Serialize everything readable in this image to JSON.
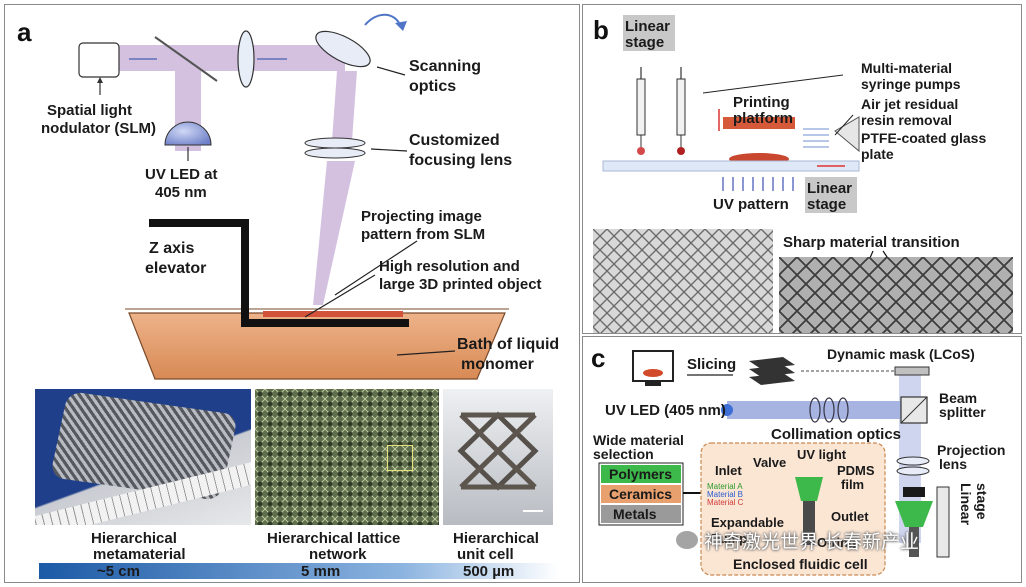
{
  "panels": {
    "a": {
      "label": "a",
      "slm": [
        "Spatial light",
        "nodulator (SLM)"
      ],
      "led": [
        "UV LED at",
        "405 nm"
      ],
      "scan": [
        "Scanning",
        "optics"
      ],
      "focus": [
        "Customized",
        "focusing lens"
      ],
      "zaxis": [
        "Z axis",
        "elevator"
      ],
      "project": [
        "Projecting image",
        "pattern from SLM"
      ],
      "hires": [
        "High resolution and",
        "large 3D printed object"
      ],
      "bath": [
        "Bath of liquid",
        "monomer"
      ],
      "photos": [
        {
          "caption": [
            "Hierarchical",
            "metamaterial"
          ],
          "scale": "~5 cm"
        },
        {
          "caption": [
            "Hierarchical lattice",
            "network"
          ],
          "scale": "5 mm"
        },
        {
          "caption": [
            "Hierarchical",
            "unit cell"
          ],
          "scale": "500 µm"
        }
      ]
    },
    "b": {
      "label": "b",
      "linear_top": [
        "Linear",
        "stage"
      ],
      "syringe": [
        "Multi-material",
        "syringe pumps"
      ],
      "platform": [
        "Printing",
        "platform"
      ],
      "airjet": [
        "Air jet residual",
        "resin removal"
      ],
      "ptfe": [
        "PTFE-coated glass",
        "plate"
      ],
      "linear_bottom": [
        "Linear",
        "stage"
      ],
      "uv": "UV pattern",
      "sharp": "Sharp material transition"
    },
    "c": {
      "label": "c",
      "slicing": "Slicing",
      "mask": "Dynamic mask (LCoS)",
      "uvled": "UV LED (405 nm)",
      "beam": [
        "Beam",
        "splitter"
      ],
      "collimation": "Collimation optics",
      "projlens": [
        "Projection",
        "lens"
      ],
      "wide": [
        "Wide material",
        "selection"
      ],
      "materials": [
        "Polymers",
        "Ceramics",
        "Metals"
      ],
      "inlet": "Inlet",
      "valve": "Valve",
      "uvlight": "UV light",
      "pdms": [
        "PDMS",
        "film"
      ],
      "matA": "Material A",
      "matB": "Material B",
      "matC": "Material C",
      "expand": [
        "Expandable",
        "Pump"
      ],
      "outlet": "Outlet",
      "oring": "O-ring",
      "enclosed": "Enclosed fluidic cell",
      "linstage": [
        "Linear",
        "stage"
      ]
    }
  },
  "watermark": "神奇激光世界·长春新产业",
  "colors": {
    "beam": "#c9b3d6",
    "bath": "#e8a878",
    "bath_dark": "#d98a55",
    "black": "#111111",
    "platform_red": "#d2533a",
    "blue_beam": "#6f7fc4",
    "scale_bar_start": "#1c5aa6",
    "scale_bar_end": "#ffffff"
  }
}
